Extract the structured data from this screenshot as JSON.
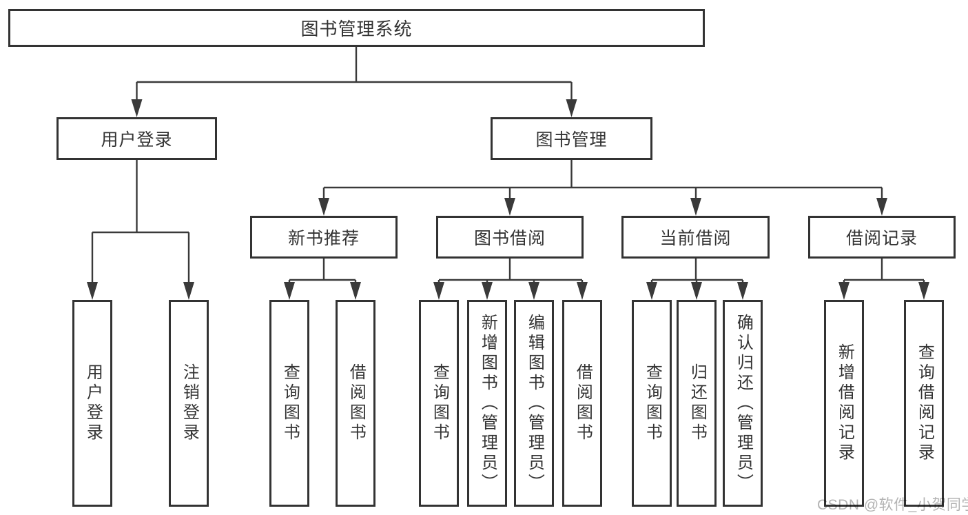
{
  "diagram": {
    "title_hint": "library management system function structure diagram",
    "root": {
      "label": "图书管理系统",
      "children": [
        {
          "label": "用户登录",
          "children": [
            {
              "label": "用户登录"
            },
            {
              "label": "注销登录"
            }
          ]
        },
        {
          "label": "图书管理",
          "children": [
            {
              "label": "新书推荐",
              "children": [
                {
                  "label": "查询图书"
                },
                {
                  "label": "借阅图书"
                }
              ]
            },
            {
              "label": "图书借阅",
              "children": [
                {
                  "label": "查询图书"
                },
                {
                  "label": "新增图书（管理员）"
                },
                {
                  "label": "编辑图书（管理员）"
                },
                {
                  "label": "借阅图书"
                }
              ]
            },
            {
              "label": "当前借阅",
              "children": [
                {
                  "label": "查询图书"
                },
                {
                  "label": "归还图书"
                },
                {
                  "label": "确认归还（管理员）"
                }
              ]
            },
            {
              "label": "借阅记录",
              "children": [
                {
                  "label": "新增借阅记录"
                },
                {
                  "label": "查询借阅记录"
                }
              ]
            }
          ]
        }
      ]
    }
  },
  "watermark": {
    "text": "CSDN @软件_小贺同学",
    "color": "#b3b3b3"
  },
  "colors": {
    "line": "#3a3a3a",
    "border": "#333333",
    "text": "#333333",
    "background": "#ffffff"
  }
}
